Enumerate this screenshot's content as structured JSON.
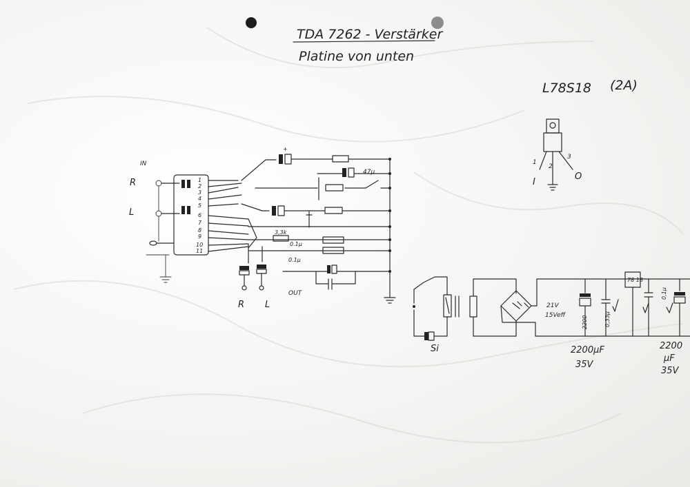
{
  "header": {
    "title": "TDA 7262 - Verstärker",
    "subtitle": "Platine von unten"
  },
  "regulator": {
    "part": "L78S18",
    "rating": "(2A)",
    "pin1": "1",
    "pin2": "2",
    "pin3": "3",
    "pin_in": "I",
    "pin_out": "O"
  },
  "amplifier": {
    "input_label": "IN",
    "input_r": "R",
    "input_l": "L",
    "output_label": "OUT",
    "output_r": "R",
    "output_l": "L",
    "pin_numbers": [
      "1",
      "2",
      "3",
      "4",
      "5",
      "6",
      "7",
      "8",
      "9",
      "10",
      "11"
    ],
    "cap_47u": "47µ",
    "cap_01u_a": "0.1µ",
    "cap_01u_b": "0.1µ",
    "resistor_label": "3,3k"
  },
  "power_supply": {
    "fuse_label": "Si",
    "cap_text_1": "21V",
    "cap_text_2": "15Veff",
    "cap_vertical_1": "2200",
    "cap_vertical_2": "0,33µ",
    "main_cap_value": "2200µF",
    "main_cap_voltage": "35V",
    "reg_mark": "78 18",
    "cap_out_vertical": "0,1µ",
    "out_cap_value": "2200",
    "out_cap_unit": "µF",
    "out_cap_voltage": "35V"
  }
}
